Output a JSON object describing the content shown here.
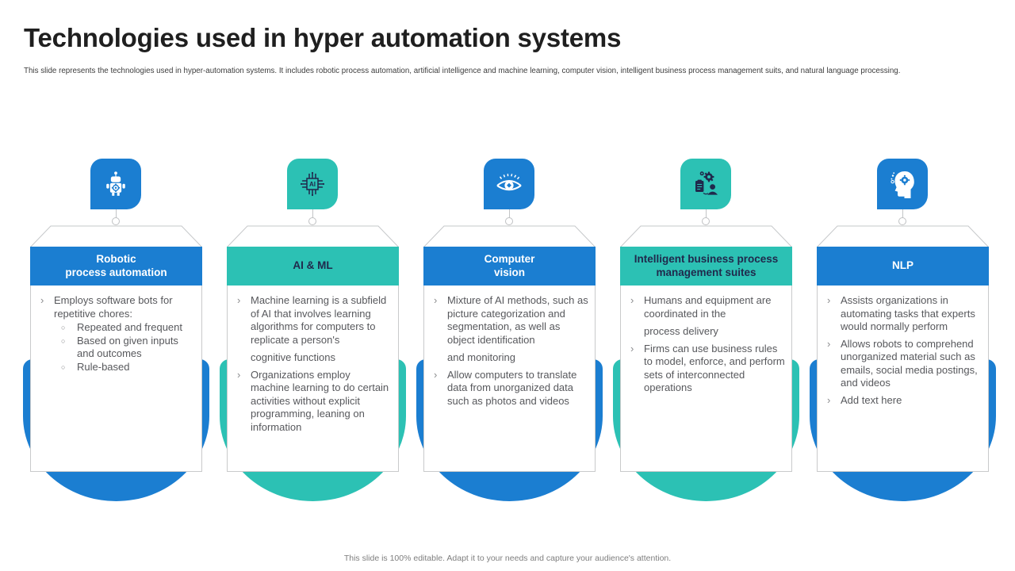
{
  "slide": {
    "title": "Technologies used in hyper automation systems",
    "subtitle": "This slide represents the technologies used in hyper-automation systems. It includes robotic process automation, artificial intelligence and machine learning, computer vision, intelligent business process management suits, and natural language processing.",
    "footer": "This slide is 100% editable. Adapt it to your needs and capture your audience's attention."
  },
  "colors": {
    "blue": "#1b7ed1",
    "teal": "#2cc1b4",
    "navy": "#20294c",
    "body_text": "#57585c",
    "connector_gray": "#c6c8ca"
  },
  "columns": [
    {
      "id": "robotic-process-automation",
      "accent": "blue",
      "icon": "robot-icon",
      "title_lines": [
        "Robotic",
        "process automation"
      ],
      "bullets": [
        {
          "paragraphs": [
            "Employs software bots for repetitive chores:"
          ],
          "sub_bullets": [
            "Repeated and frequent",
            "Based on given inputs and outcomes",
            "Rule-based"
          ]
        }
      ]
    },
    {
      "id": "ai-ml",
      "accent": "teal",
      "icon": "ai-chip-icon",
      "title_lines": [
        "AI & ML"
      ],
      "bullets": [
        {
          "paragraphs": [
            "Machine learning is a subfield of AI that involves learning algorithms for computers to replicate a person's",
            "cognitive functions"
          ],
          "sub_bullets": []
        },
        {
          "paragraphs": [
            "Organizations employ machine learning to do certain activities without explicit programming, leaning on information"
          ],
          "sub_bullets": []
        }
      ]
    },
    {
      "id": "computer-vision",
      "accent": "blue",
      "icon": "eye-icon",
      "title_lines": [
        "Computer",
        "vision"
      ],
      "bullets": [
        {
          "paragraphs": [
            "Mixture of AI methods, such as picture categorization and segmentation, as well as object identification",
            "and monitoring"
          ],
          "sub_bullets": []
        },
        {
          "paragraphs": [
            "Allow computers to translate data from unorganized data such as photos and videos"
          ],
          "sub_bullets": []
        }
      ]
    },
    {
      "id": "intelligent-business-process-management-suites",
      "accent": "teal",
      "icon": "process-management-icon",
      "title_lines": [
        "Intelligent business process",
        "management suites"
      ],
      "bullets": [
        {
          "paragraphs": [
            "Humans and equipment are coordinated in the",
            "process delivery"
          ],
          "sub_bullets": []
        },
        {
          "paragraphs": [
            "Firms can use business rules to model, enforce, and perform sets of interconnected operations"
          ],
          "sub_bullets": []
        }
      ]
    },
    {
      "id": "nlp",
      "accent": "blue",
      "icon": "nlp-head-icon",
      "title_lines": [
        "NLP"
      ],
      "bullets": [
        {
          "paragraphs": [
            "Assists organizations in automating tasks that experts would normally perform"
          ],
          "sub_bullets": []
        },
        {
          "paragraphs": [
            "Allows robots to comprehend unorganized material such as emails, social media postings, and videos"
          ],
          "sub_bullets": []
        },
        {
          "paragraphs": [
            "Add text here"
          ],
          "sub_bullets": []
        }
      ]
    }
  ]
}
